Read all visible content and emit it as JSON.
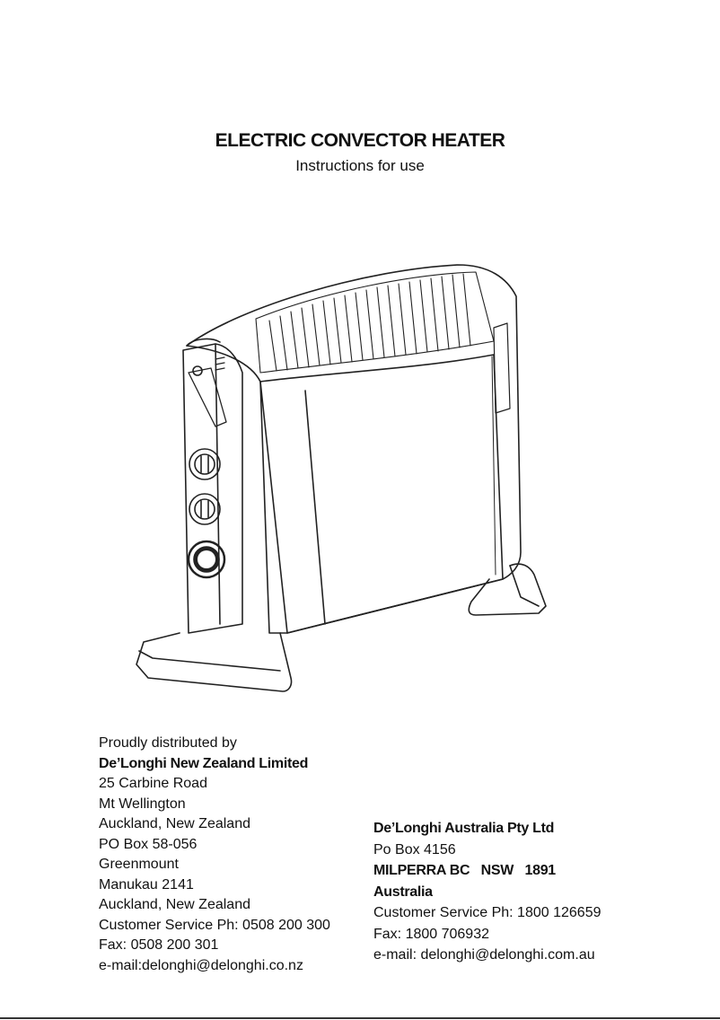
{
  "document": {
    "title": "ELECTRIC CONVECTOR HEATER",
    "subtitle": "Instructions for use"
  },
  "illustration": {
    "icon": "convector-heater-illustration"
  },
  "nz_distributor": {
    "intro": "Proudly distributed by",
    "company": "De’Longhi New Zealand Limited",
    "street": "25 Carbine Road",
    "suburb": "Mt Wellington",
    "city": "Auckland, New Zealand",
    "po_box": "PO Box 58-056",
    "area": "Greenmount",
    "postcode_line": "Manukau 2141",
    "city2": "Auckland, New Zealand",
    "phone": "Customer Service Ph: 0508 200 300",
    "fax": "Fax: 0508 200 301",
    "email": "e-mail:delonghi@delonghi.co.nz"
  },
  "au_distributor": {
    "company": "De’Longhi Australia Pty Ltd",
    "po_box": "Po Box 4156",
    "suburb": "MILPERRA BC   NSW   1891",
    "country": "Australia",
    "phone": "Customer Service Ph: 1800 126659",
    "fax": "Fax: 1800 706932",
    "email": "e-mail: delonghi@delonghi.com.au"
  }
}
